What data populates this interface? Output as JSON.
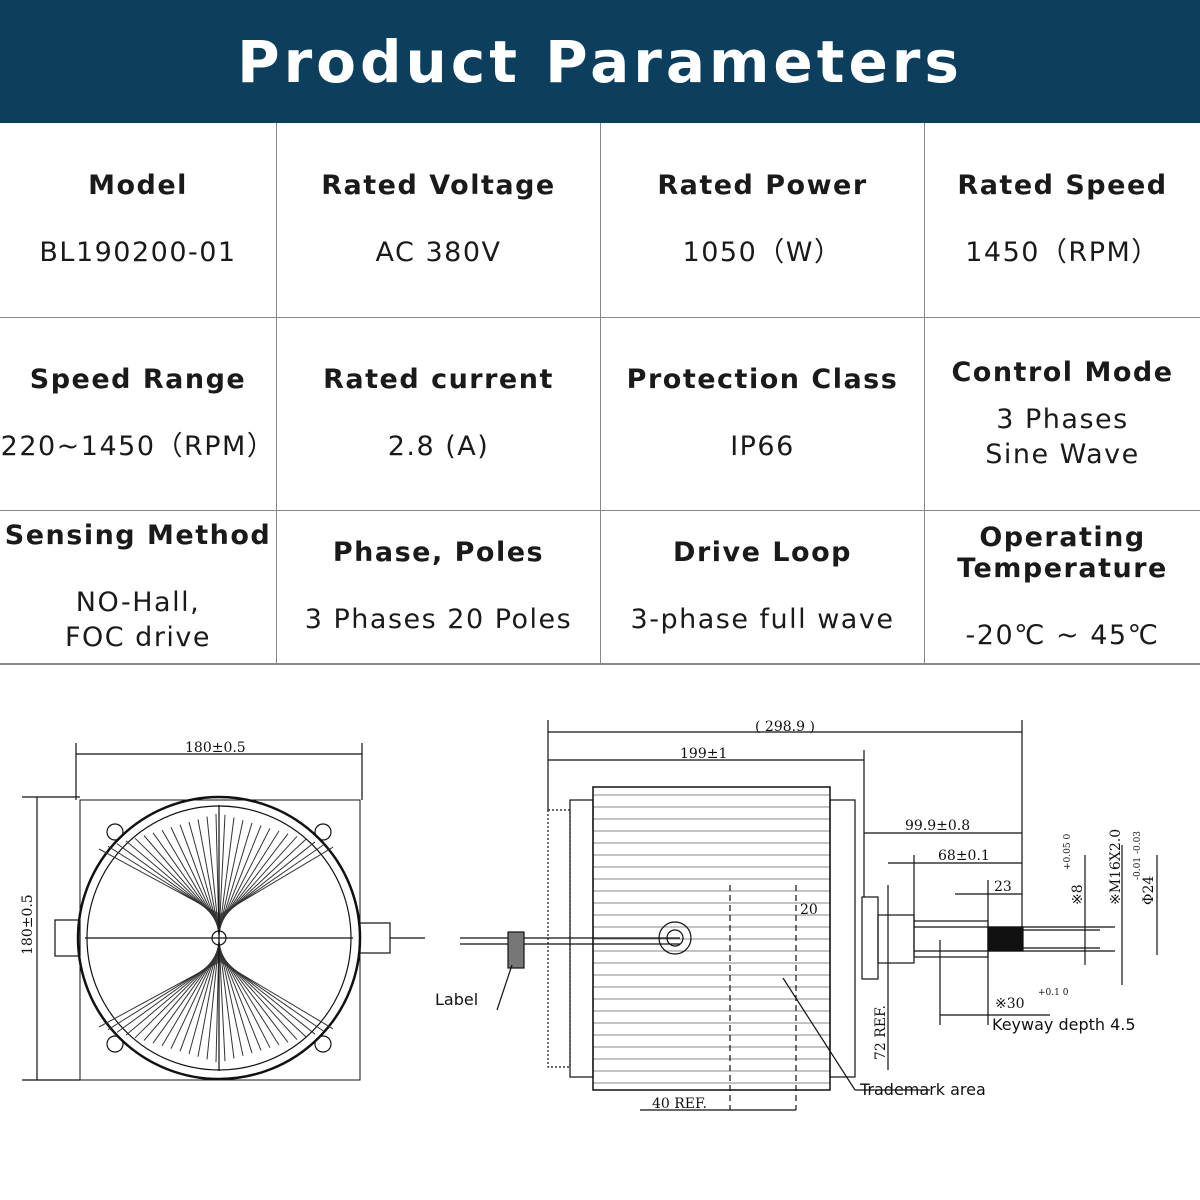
{
  "header": {
    "title": "Product Parameters"
  },
  "colors": {
    "header_bg": "#0b3f5d"
  },
  "params": [
    {
      "label": "Model",
      "value": "BL190200-01"
    },
    {
      "label": "Rated Voltage",
      "value": "AC 380V"
    },
    {
      "label": "Rated Power",
      "value": "1050（W）"
    },
    {
      "label": "Rated Speed",
      "value": "1450（RPM）"
    },
    {
      "label": "Speed Range",
      "value": "220~1450（RPM）"
    },
    {
      "label": "Rated current",
      "value": "2.8 (A)"
    },
    {
      "label": "Protection Class",
      "value": "IP66"
    },
    {
      "label": "Control Mode",
      "value": "3 Phases\nSine Wave"
    },
    {
      "label": "Sensing Method",
      "value": "NO-Hall,\nFOC drive"
    },
    {
      "label": "Phase, Poles",
      "value": "3 Phases 20 Poles"
    },
    {
      "label": "Drive Loop",
      "value": "3-phase full wave"
    },
    {
      "label": "Operating\nTemperature",
      "value": "-20℃ ~ 45℃"
    }
  ],
  "drawing": {
    "width_dim": "180±0.5",
    "height_dim": "180±0.5",
    "label": "Label",
    "overall_length": "( 298.9 )",
    "body_length": "199±1",
    "shaft_total": "99.9±0.8",
    "shaft_len": "68±0.1",
    "thread_len": "23",
    "dim_20": "20",
    "key_width": "※8",
    "key_tol": "+0.05 0",
    "thread": "※M16X2.0",
    "shaft_dia": "Φ24",
    "shaft_tol": "-0.01 -0.03",
    "keyway_len": "※30",
    "keyway_tol": "+0.1 0",
    "keyway_depth": "Keyway depth 4.5",
    "ref_72": "72 REF.",
    "ref_40": "40 REF.",
    "trademark": "Trademark area"
  }
}
